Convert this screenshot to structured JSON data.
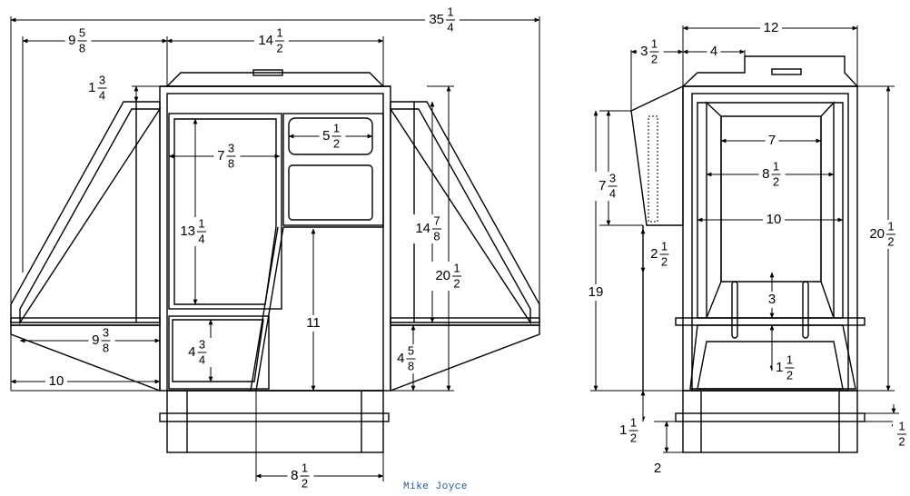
{
  "front_view": {
    "overall_width": {
      "whole": "35",
      "num": "1",
      "den": "4"
    },
    "wing_width": {
      "whole": "9",
      "num": "5",
      "den": "8"
    },
    "center_width": {
      "whole": "14",
      "num": "1",
      "den": "2"
    },
    "top_step": {
      "whole": "1",
      "num": "3",
      "den": "4"
    },
    "upper_window_width": {
      "whole": "7",
      "num": "3",
      "den": "8"
    },
    "small_window_width": {
      "whole": "5",
      "num": "1",
      "den": "2"
    },
    "window_height": {
      "whole": "13",
      "num": "1",
      "den": "4"
    },
    "wing_height": {
      "whole": "14",
      "num": "7",
      "den": "8"
    },
    "total_height": {
      "whole": "20",
      "num": "1",
      "den": "2"
    },
    "door_height": {
      "whole": "11",
      "num": "",
      "den": ""
    },
    "wing_bottom_width": {
      "whole": "9",
      "num": "3",
      "den": "8"
    },
    "lower_window_height": {
      "whole": "4",
      "num": "3",
      "den": "4"
    },
    "skirt_height": {
      "whole": "4",
      "num": "5",
      "den": "8"
    },
    "wing_base_width": {
      "whole": "10",
      "num": "",
      "den": ""
    },
    "base_width": {
      "whole": "8",
      "num": "1",
      "den": "2"
    }
  },
  "side_view": {
    "overall_width": {
      "whole": "12",
      "num": "",
      "den": ""
    },
    "nose_offset": {
      "whole": "3",
      "num": "1",
      "den": "2"
    },
    "step_width": {
      "whole": "4",
      "num": "",
      "den": ""
    },
    "inner_top_width": {
      "whole": "7",
      "num": "",
      "den": ""
    },
    "inner_mid_width": {
      "whole": "8",
      "num": "1",
      "den": "2"
    },
    "inner_bottom_width": {
      "whole": "10",
      "num": "",
      "den": ""
    },
    "nose_height": {
      "whole": "7",
      "num": "3",
      "den": "4"
    },
    "nose_gap": {
      "whole": "2",
      "num": "1",
      "den": "2"
    },
    "total_height": {
      "whole": "20",
      "num": "1",
      "den": "2"
    },
    "side_height": {
      "whole": "19",
      "num": "",
      "den": ""
    },
    "slot_height": {
      "whole": "3",
      "num": "",
      "den": ""
    },
    "slot_gap": {
      "whole": "1",
      "num": "1",
      "den": "2"
    },
    "base_height": {
      "whole": "1",
      "num": "1",
      "den": "2"
    },
    "foot_height": {
      "whole": "2",
      "num": "",
      "den": ""
    },
    "rim_height": {
      "whole": "",
      "num": "1",
      "den": "2"
    }
  },
  "credit": "Mike Joyce"
}
